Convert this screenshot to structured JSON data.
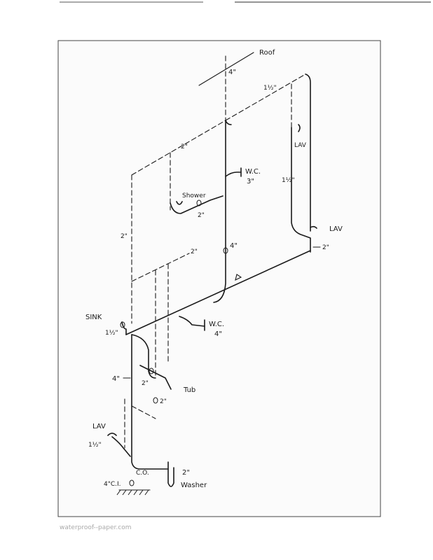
{
  "labels": {
    "roof": "Roof",
    "roof_size": "4\"",
    "vent_top_right": "1½\"",
    "vent_top": "2\"",
    "lav_top": "LAV",
    "lav_top_size": "1½\"",
    "shower": "Shower",
    "shower_size": "2\"",
    "wc_upper": "W.C.",
    "wc_upper_size": "3\"",
    "vent_left": "2\"",
    "lav_right": "LAV",
    "lav_right_size": "2\"",
    "stack_size": "4\"",
    "vent_mid": "2\"",
    "sink": "SINK",
    "sink_size": "1½\"",
    "wc_lower": "W.C.",
    "wc_lower_size": "4\"",
    "drain_size": "4\"",
    "tub_size": "2\"",
    "tub": "Tub",
    "drain2_size": "2\"",
    "lav_left": "LAV",
    "lav_left_size": "1½\"",
    "cleanout": "C.O.",
    "washer_size": "2\"",
    "washer": "Washer",
    "ci": "4\"C.I."
  },
  "footer": "waterproof--paper.com"
}
